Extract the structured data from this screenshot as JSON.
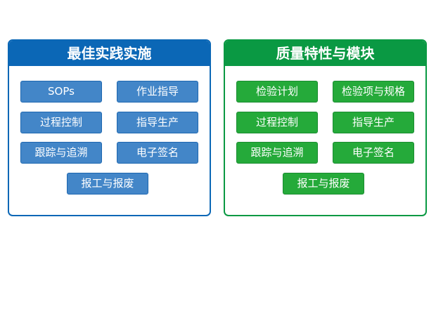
{
  "panels": [
    {
      "title": "最佳实践实施",
      "color": "#0b67b6",
      "items": [
        "SOPs",
        "作业指导",
        "过程控制",
        "指导生产",
        "跟踪与追溯",
        "电子签名",
        "报工与报废"
      ]
    },
    {
      "title": "质量特性与模块",
      "color": "#0a9943",
      "items": [
        "检验计划",
        "检验项与规格",
        "过程控制",
        "指导生产",
        "跟踪与追溯",
        "电子签名",
        "报工与报废"
      ]
    }
  ]
}
